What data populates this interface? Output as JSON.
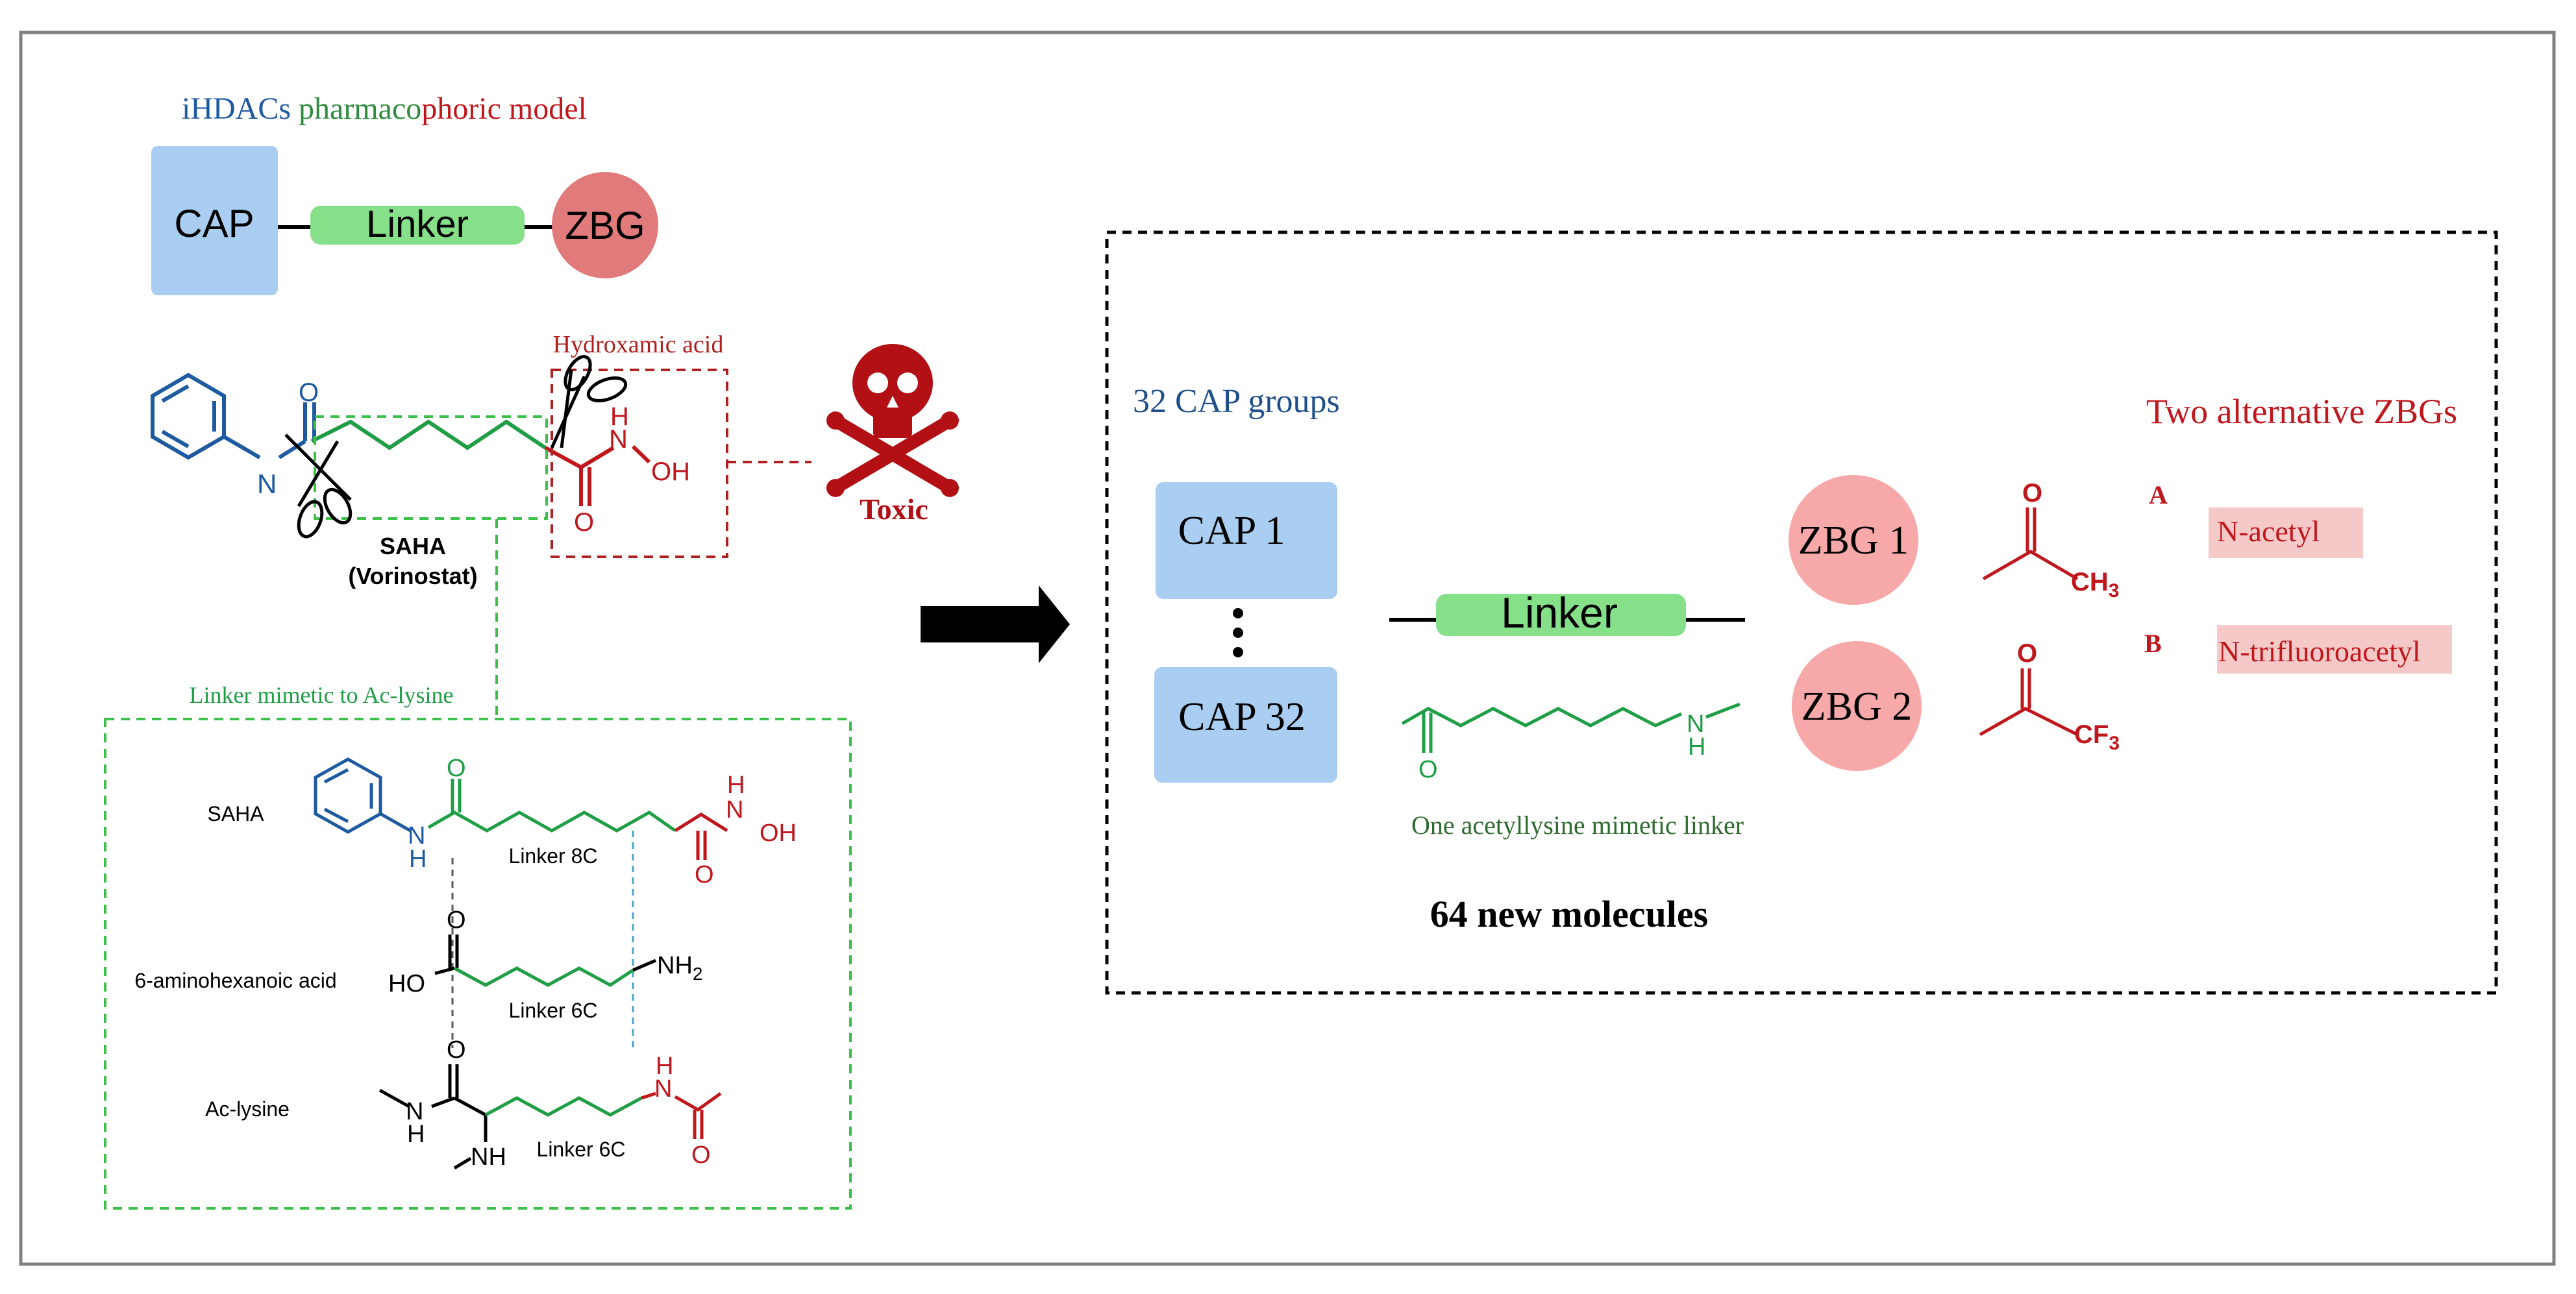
{
  "model": {
    "title_parts": [
      "iHDACs ",
      "pharmaco",
      "phoric model"
    ],
    "cap": "CAP",
    "linker": "Linker",
    "zbg": "ZBG"
  },
  "saha": {
    "hydroxamic_label": "Hydroxamic acid",
    "name": "SAHA",
    "alt_name": "(Vorinostat)",
    "toxic": "Toxic",
    "atoms": {
      "n": "N",
      "h": "H",
      "o": "O",
      "oh": "OH"
    }
  },
  "mimetic": {
    "box_title": "Linker mimetic to Ac-lysine",
    "rows": [
      {
        "label": "SAHA",
        "linker": "Linker 8C"
      },
      {
        "label": "6-aminohexanoic acid",
        "linker": "Linker 6C"
      },
      {
        "label": "Ac-lysine",
        "linker": "Linker 6C"
      }
    ],
    "atoms": {
      "o": "O",
      "n": "N",
      "h": "H",
      "oh": "OH",
      "ho": "HO",
      "nh": "NH",
      "nh2": "NH",
      "sub2": "2"
    }
  },
  "library": {
    "cap_header": "32 CAP groups",
    "zbg_header": "Two alternative ZBGs",
    "cap_first": "CAP 1",
    "cap_last": "CAP 32",
    "linker": "Linker",
    "linker_caption": "One acetyllysine mimetic linker",
    "zbg1": "ZBG 1",
    "zbg2": "ZBG 2",
    "option_a_letter": "A",
    "option_a": "N-acetyl",
    "option_b_letter": "B",
    "option_b": "N-trifluoroacetyl",
    "total": "64 new molecules",
    "atoms": {
      "o": "O",
      "ch": "CH",
      "sub3": "3",
      "cf": "CF",
      "n": "N",
      "h": "H"
    }
  },
  "colors": {
    "frame": "#808080",
    "cap_fill": "#a9cef1",
    "linker_fill": "#86e08a",
    "zbg_fill": "#e17b7b",
    "zbg_light": "#f7a9a9",
    "blue": "#1e5aa0",
    "green": "#1f9e46",
    "red": "#c0171d",
    "pink_label": "#f6c9c9"
  }
}
